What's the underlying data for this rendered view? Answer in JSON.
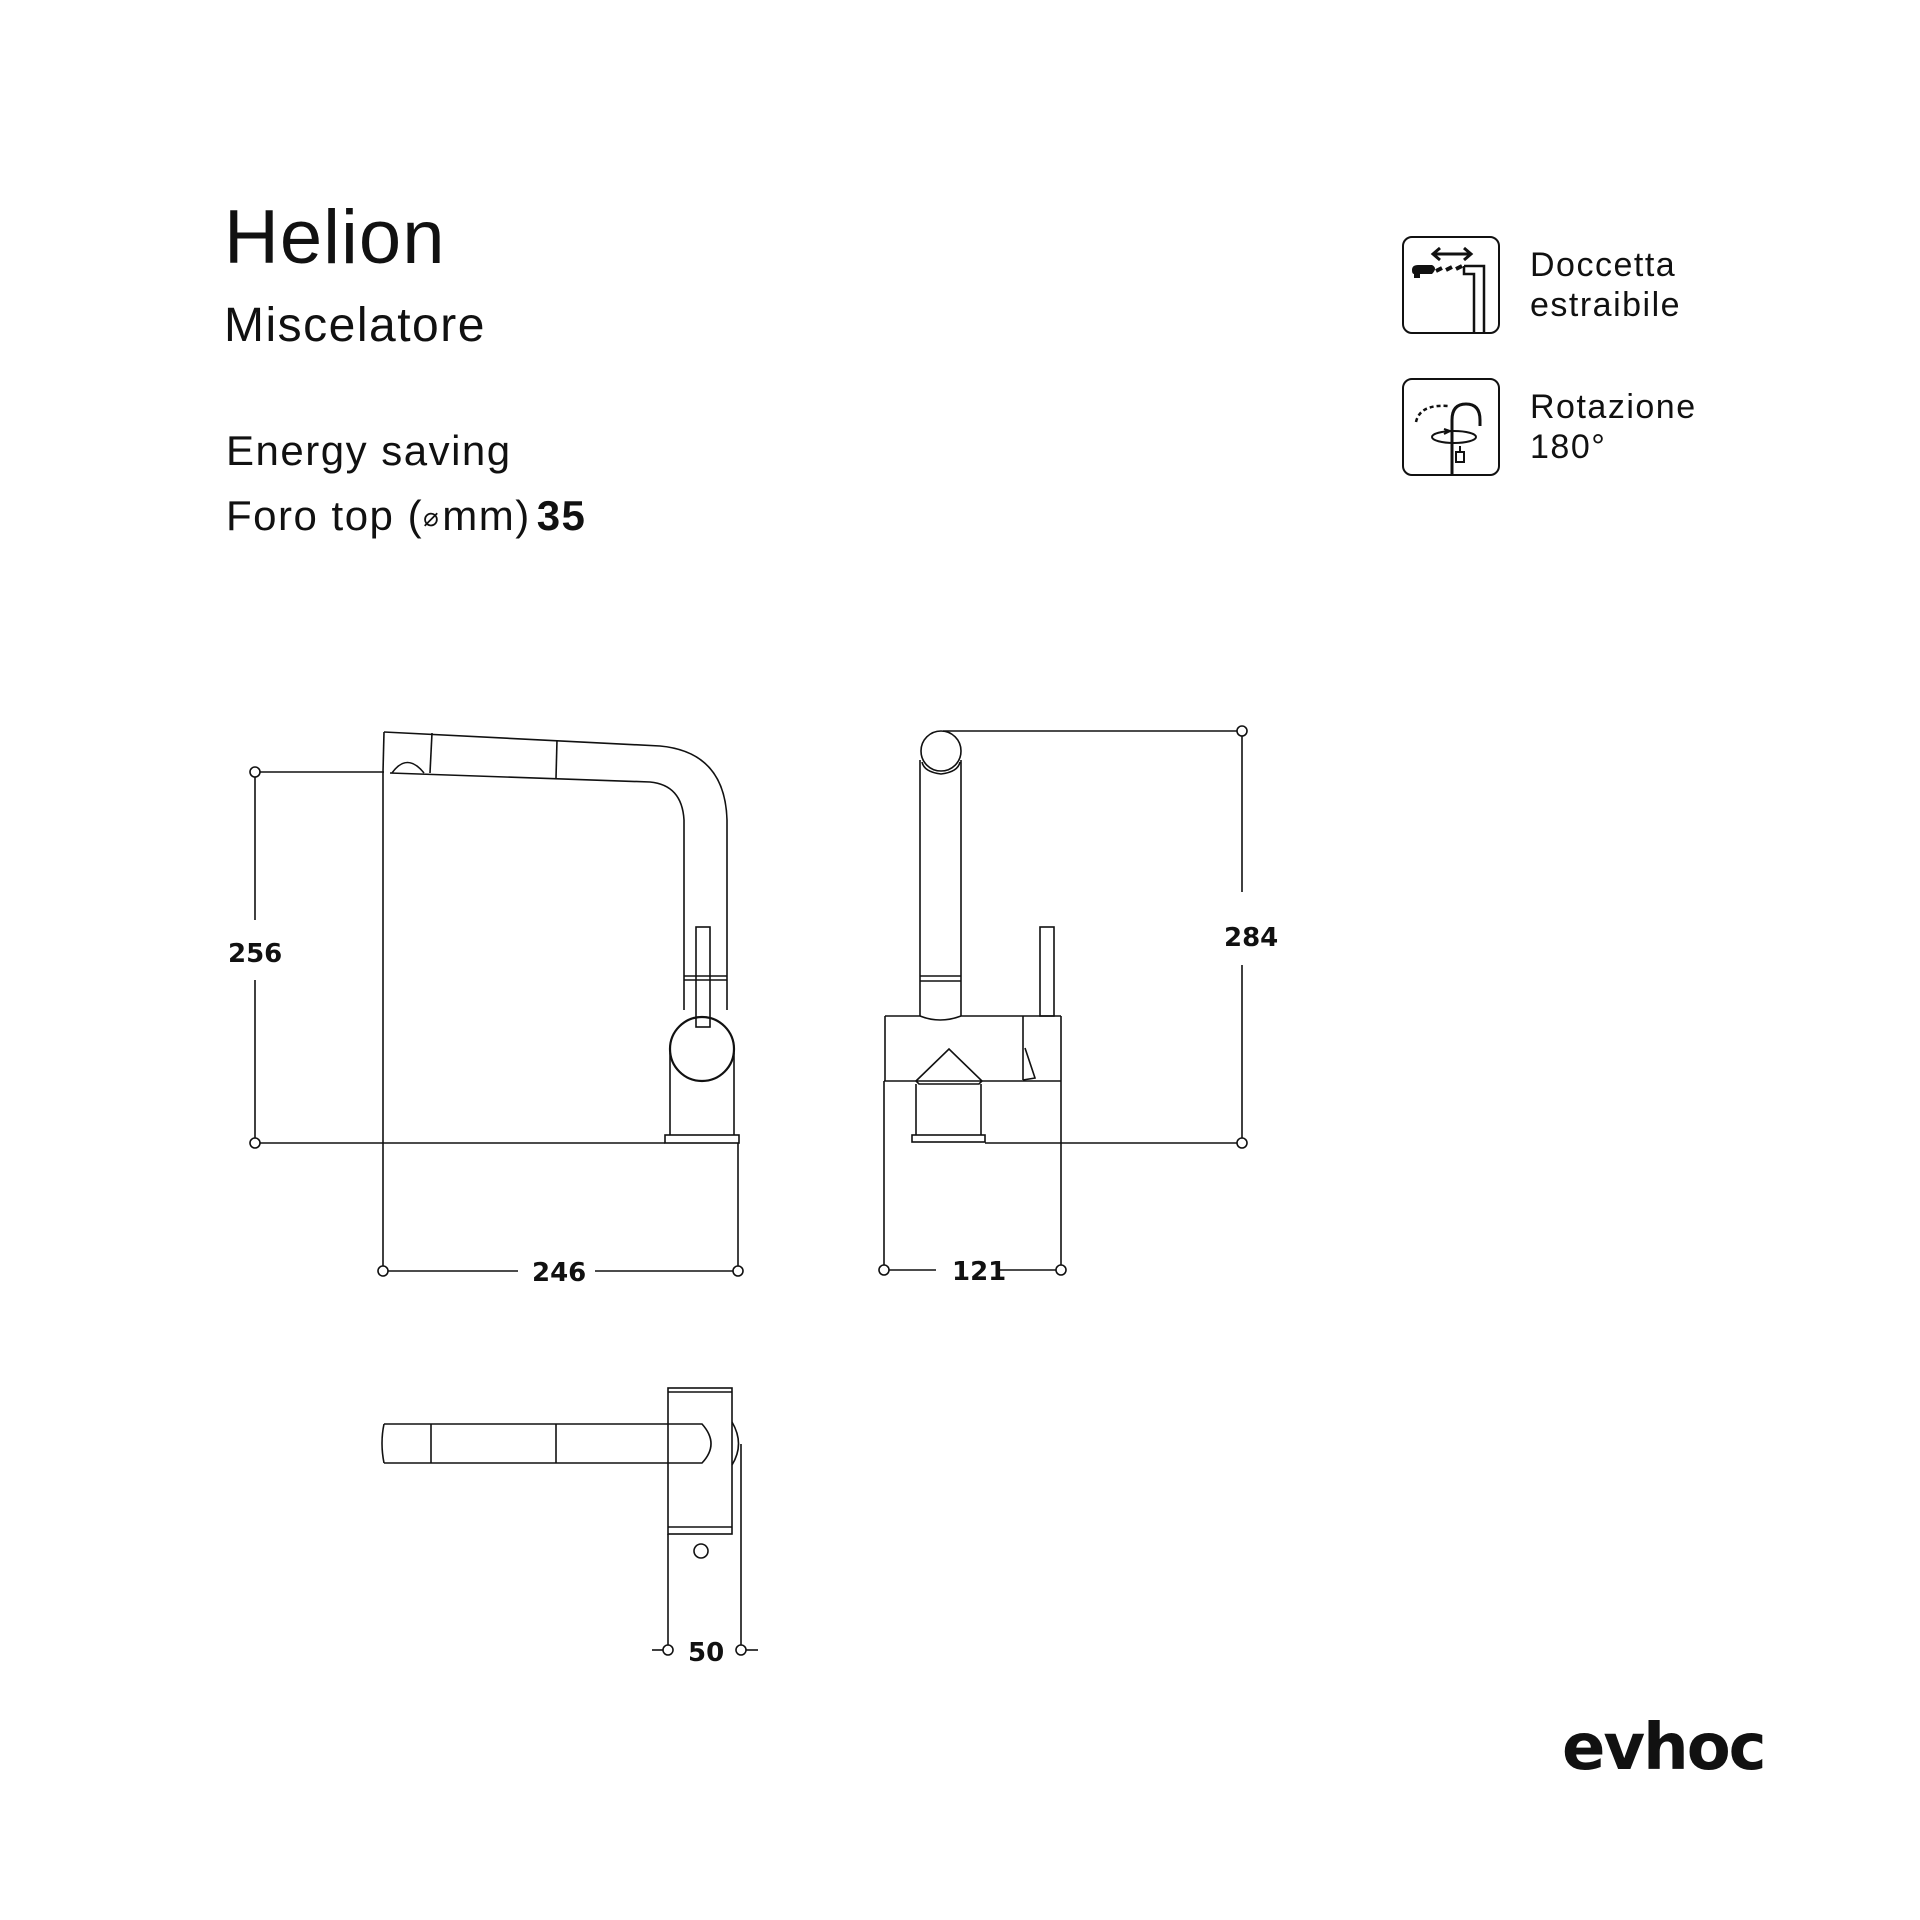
{
  "product": {
    "name": "Helion",
    "type": "Miscelatore"
  },
  "specs": {
    "energy": "Energy saving",
    "hole_label": "Foro top (",
    "hole_symbol": "⌀",
    "hole_unit": "mm)",
    "hole_value": "35"
  },
  "features": [
    {
      "icon": "pull-out-spray-icon",
      "line1": "Doccetta",
      "line2": "estraibile"
    },
    {
      "icon": "rotation-180-icon",
      "line1": "Rotazione",
      "line2": "180°"
    }
  ],
  "dimensions": {
    "front_height": "256",
    "front_reach": "246",
    "side_height": "284",
    "side_depth": "121",
    "top_width": "50",
    "unit": "mm"
  },
  "views": [
    "front-view",
    "side-view",
    "top-view"
  ],
  "brand": {
    "logo": "evhoc"
  }
}
